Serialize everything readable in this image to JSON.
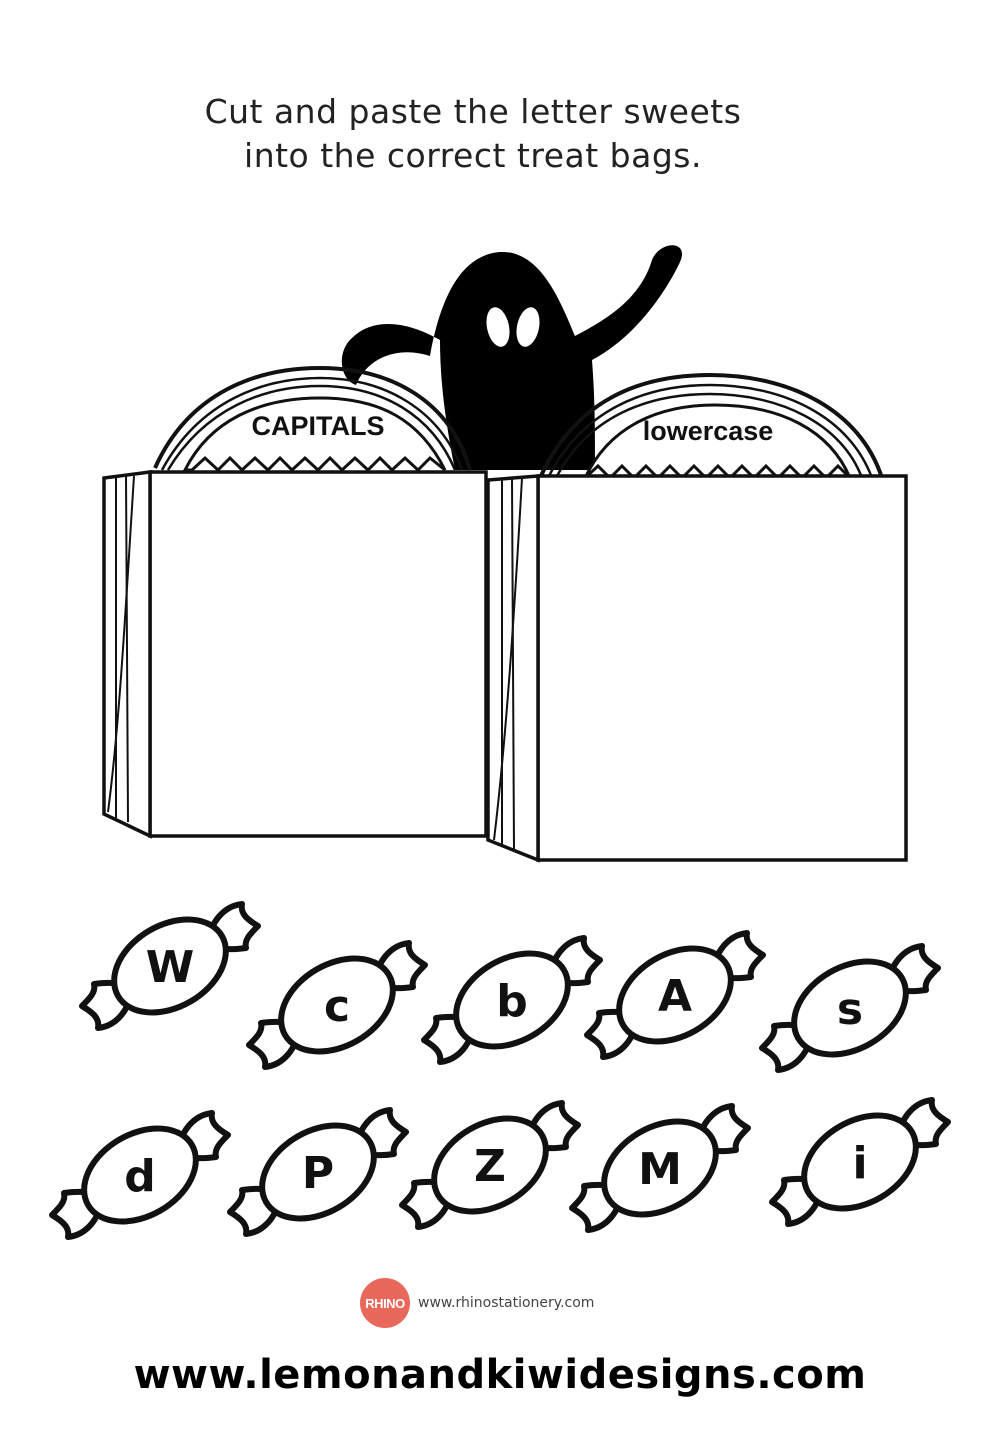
{
  "instructions": {
    "line1": "Cut and paste the letter sweets",
    "line2": "into the correct treat bags."
  },
  "bags": {
    "left_label": "CAPITALS",
    "right_label": "lowercase"
  },
  "icons": {
    "ghost": "ghost-icon",
    "bag": "treat-bag-icon",
    "candy": "wrapped-candy-icon"
  },
  "candies": [
    "W",
    "c",
    "b",
    "A",
    "s",
    "d",
    "P",
    "Z",
    "M",
    "i"
  ],
  "credit": {
    "logo_text": "RHINO",
    "url": "www.rhinostationery.com",
    "logo_color": "#e8685b"
  },
  "footer": {
    "url": "www.lemonandkiwidesigns.com"
  }
}
